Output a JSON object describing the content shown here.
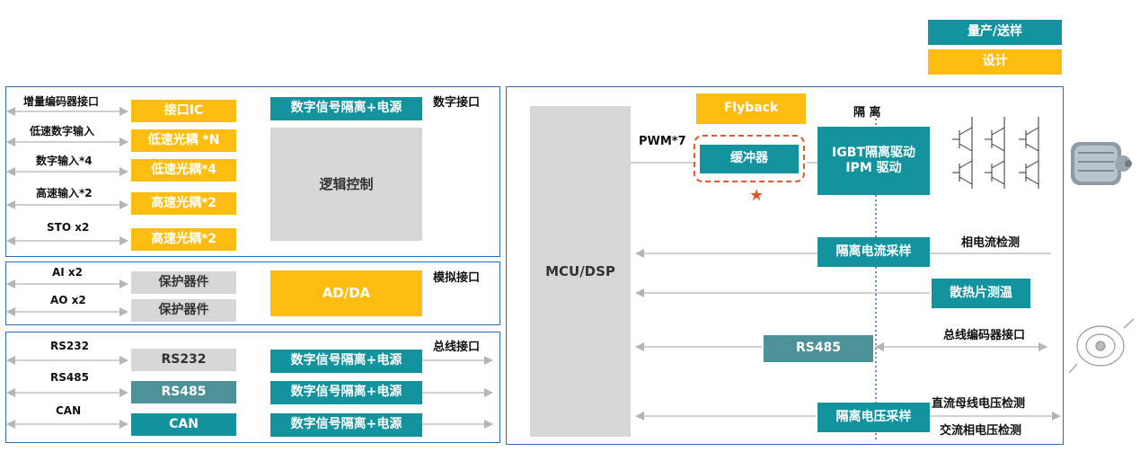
{
  "legend": {
    "production": "量产/送样",
    "design": "设计",
    "production_color": "#13939e",
    "design_color": "#fdbd10"
  },
  "digital": {
    "title": "数字接口",
    "signals": [
      "增量编码器接口",
      "低速数字输入",
      "数字输入*4",
      "高速输入*2",
      "STO x2"
    ],
    "chips": [
      "接口IC",
      "低速光耦 *N",
      "低速光耦*4",
      "高速光耦*2",
      "高速光耦*2"
    ],
    "isolator": "数字信号隔离+电源",
    "logic": "逻辑控制"
  },
  "analog": {
    "title": "模拟接口",
    "signals": [
      "AI x2",
      "AO x2"
    ],
    "chips": [
      "保护器件",
      "保护器件"
    ],
    "adda": "AD/DA"
  },
  "bus": {
    "title": "总线接口",
    "signals": [
      "RS232",
      "RS485",
      "CAN"
    ],
    "chips": [
      "RS232",
      "RS485",
      "CAN"
    ],
    "isolators": [
      "数字信号隔离+电源",
      "数字信号隔离+电源",
      "数字信号隔离+电源"
    ]
  },
  "power": {
    "mcu": "MCU/DSP",
    "flyback": "Flyback",
    "isolation": "隔 离",
    "pwm": "PWM*7",
    "buffer": "缓冲器",
    "star": "★",
    "driver": "IGBT隔离驱动\nIPM 驱动",
    "current_sampling": "隔离电流采样",
    "phase_current": "相电流检测",
    "heatsink": "散热片测温",
    "rs485": "RS485",
    "bus_encoder": "总线编码器接口",
    "voltage_sampling": "隔离电压采样",
    "dc_bus": "直流母线电压检测",
    "ac_phase": "交流相电压检测"
  }
}
